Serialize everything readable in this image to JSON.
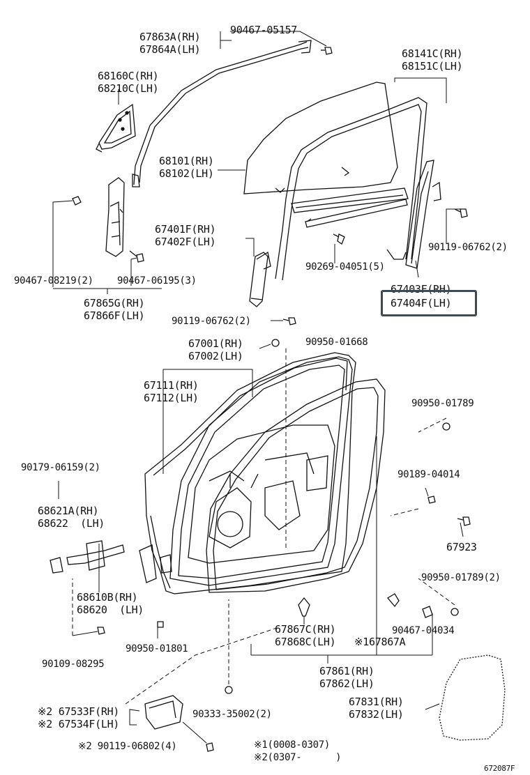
{
  "diagram": {
    "figure_code": "672087F",
    "highlighted_part": "67404F (LH)",
    "labels": {
      "p67863A": "67863A(RH)",
      "p67864A": "67864A(LH)",
      "b90467_05157": "90467-05157",
      "p68141C": "68141C(RH)",
      "p68151C": "68151C(LH)",
      "p68160C": "68160C(RH)",
      "p68210C": "68210C(LH)",
      "p68101": "68101(RH)",
      "p68102": "68102(LH)",
      "p67401F": "67401F(RH)",
      "p67402F": "67402F(LH)",
      "b90119_06762_a": "90119-06762(2)",
      "b90269_04051": "90269-04051(5)",
      "p67403F": "67403F(RH)",
      "p67404F": "67404F(LH)",
      "b90467_08219": "90467-08219(2)",
      "b90467_06195": "90467-06195(3)",
      "p67865G": "67865G(RH)",
      "p67866F": "67866F(LH)",
      "b90119_06762_b": "90119-06762(2)",
      "p67001": "67001(RH)",
      "p67002": "67002(LH)",
      "b90950_01668": "90950-01668",
      "p67111": "67111(RH)",
      "p67112": "67112(LH)",
      "b90950_01789_a": "90950-01789",
      "b90179_06159": "90179-06159(2)",
      "b90189_04014": "90189-04014",
      "p68621A": "68621A(RH)",
      "p68622": "68622  (LH)",
      "p67923": "67923",
      "b90950_01789_b": "90950-01789(2)",
      "p68610B": "68610B(RH)",
      "p68620": "68620  (LH)",
      "p67867C": "67867C(RH)",
      "p67868C": "67868C(LH)",
      "p67867A": "※167867A",
      "b90467_04034": "90467-04034",
      "b90950_01801": "90950-01801",
      "b90109_08295": "90109-08295",
      "p67861": "67861(RH)",
      "p67862": "67862(LH)",
      "p67831": "67831(RH)",
      "p67832": "67832(LH)",
      "p67533F": "※2 67533F(RH)",
      "p67534F": "※2 67534F(LH)",
      "b90333_35002": "90333-35002(2)",
      "b90119_06802": "※2 90119-06802(4)",
      "note1": "※1(0008-0307)",
      "note2": "※2(0307-      )"
    }
  }
}
